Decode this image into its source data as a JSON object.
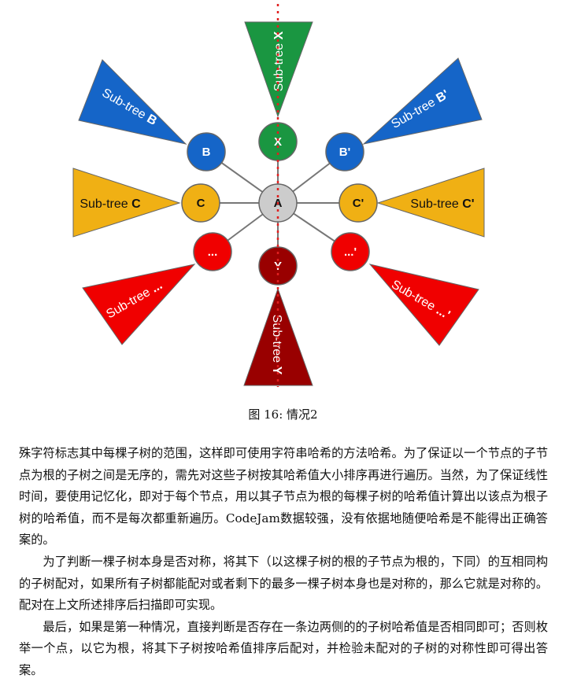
{
  "figure": {
    "root": "A",
    "nodes": [
      {
        "id": "X",
        "label": "X",
        "color": "#1a9641",
        "subtree": "Sub-tree ",
        "subtree_bold": "X"
      },
      {
        "id": "B",
        "label": "B",
        "color": "#1565c8",
        "subtree": "Sub-tree ",
        "subtree_bold": "B"
      },
      {
        "id": "Bp",
        "label": "B'",
        "color": "#1565c8",
        "subtree": "Sub-tree ",
        "subtree_bold": "B'"
      },
      {
        "id": "C",
        "label": "C",
        "color": "#f0b014",
        "subtree": "Sub-tree ",
        "subtree_bold": "C"
      },
      {
        "id": "Cp",
        "label": "C'",
        "color": "#f0b014",
        "subtree": "Sub-tree ",
        "subtree_bold": "C'"
      },
      {
        "id": "D",
        "label": "...",
        "color": "#f00000",
        "subtree": "Sub-tree ",
        "subtree_bold": "..."
      },
      {
        "id": "Dp",
        "label": "...'",
        "color": "#f00000",
        "subtree": "Sub-tree ",
        "subtree_bold": "...'"
      },
      {
        "id": "Y",
        "label": "Y",
        "color": "#990000",
        "subtree": "Sub-tree ",
        "subtree_bold": "Y"
      }
    ],
    "root_color": "#cccccc",
    "axis_color": "#e02020",
    "caption": "图 16: 情况2"
  },
  "paragraphs": [
    "殊字符标志其中每棵子树的范围，这样即可使用字符串哈希的方法哈希。为了保证以一个节点的子节点为根的子树之间是无序的，需先对这些子树按其哈希值大小排序再进行遍历。当然，为了保证线性时间，要使用记忆化，即对于每个节点，用以其子节点为根的每棵子树的哈希值计算出以该点为根子树的哈希值，而不是每次都重新遍历。CodeJam数据较强，没有依据地随便哈希是不能得出正确答案的。",
    "为了判断一棵子树本身是否对称，将其下（以这棵子树的根的子节点为根的，下同）的互相同构的子树配对，如果所有子树都能配对或者剩下的最多一棵子树本身也是对称的，那么它就是对称的。配对在上文所述排序后扫描即可实现。",
    "最后，如果是第一种情况，直接判断是否存在一条边两侧的的子树哈希值是否相同即可；否则枚举一个点，以它为根，将其下子树按哈希值排序后配对，并检验未配对的子树的对称性即可得出答案。"
  ]
}
